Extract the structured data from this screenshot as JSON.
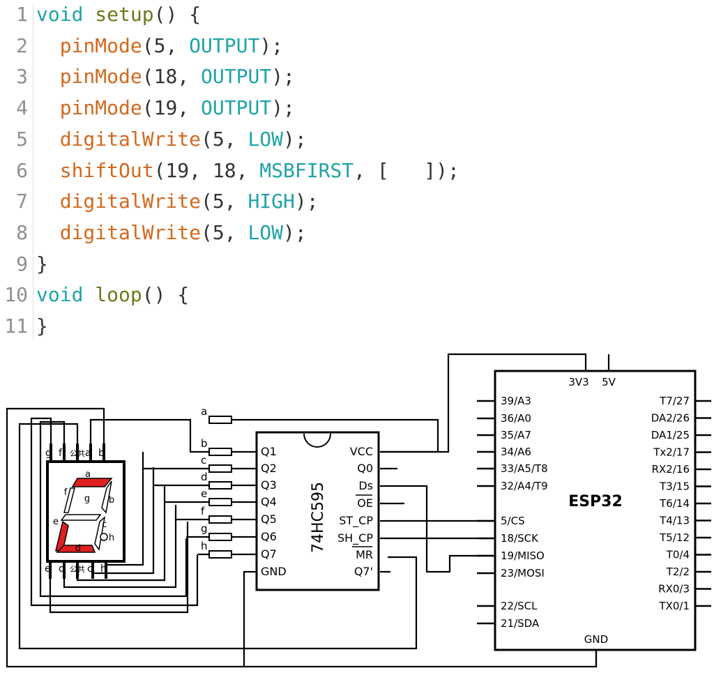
{
  "code": {
    "line_numbers": [
      "1",
      "2",
      "3",
      "4",
      "5",
      "6",
      "7",
      "8",
      "9",
      "10",
      "11"
    ],
    "lines": [
      [
        {
          "t": "void",
          "c": "kw"
        },
        {
          "t": " ",
          "c": "p"
        },
        {
          "t": "setup",
          "c": "fn"
        },
        {
          "t": "() {",
          "c": "p"
        }
      ],
      [
        {
          "t": "  ",
          "c": "p"
        },
        {
          "t": "pinMode",
          "c": "call"
        },
        {
          "t": "(5, ",
          "c": "p"
        },
        {
          "t": "OUTPUT",
          "c": "const"
        },
        {
          "t": ");",
          "c": "p"
        }
      ],
      [
        {
          "t": "  ",
          "c": "p"
        },
        {
          "t": "pinMode",
          "c": "call"
        },
        {
          "t": "(18, ",
          "c": "p"
        },
        {
          "t": "OUTPUT",
          "c": "const"
        },
        {
          "t": ");",
          "c": "p"
        }
      ],
      [
        {
          "t": "  ",
          "c": "p"
        },
        {
          "t": "pinMode",
          "c": "call"
        },
        {
          "t": "(19, ",
          "c": "p"
        },
        {
          "t": "OUTPUT",
          "c": "const"
        },
        {
          "t": ");",
          "c": "p"
        }
      ],
      [
        {
          "t": "  ",
          "c": "p"
        },
        {
          "t": "digitalWrite",
          "c": "call"
        },
        {
          "t": "(5, ",
          "c": "p"
        },
        {
          "t": "LOW",
          "c": "const"
        },
        {
          "t": ");",
          "c": "p"
        }
      ],
      [
        {
          "t": "  ",
          "c": "p"
        },
        {
          "t": "shiftOut",
          "c": "call"
        },
        {
          "t": "(19, 18, ",
          "c": "p"
        },
        {
          "t": "MSBFIRST",
          "c": "const"
        },
        {
          "t": ", [   ]);",
          "c": "p"
        }
      ],
      [
        {
          "t": "  ",
          "c": "p"
        },
        {
          "t": "digitalWrite",
          "c": "call"
        },
        {
          "t": "(5, ",
          "c": "p"
        },
        {
          "t": "HIGH",
          "c": "const"
        },
        {
          "t": ");",
          "c": "p"
        }
      ],
      [
        {
          "t": "  ",
          "c": "p"
        },
        {
          "t": "digitalWrite",
          "c": "call"
        },
        {
          "t": "(5, ",
          "c": "p"
        },
        {
          "t": "LOW",
          "c": "const"
        },
        {
          "t": ");",
          "c": "p"
        }
      ],
      [
        {
          "t": "}",
          "c": "p"
        }
      ],
      [
        {
          "t": "void",
          "c": "kw"
        },
        {
          "t": " ",
          "c": "p"
        },
        {
          "t": "loop",
          "c": "fn"
        },
        {
          "t": "() {",
          "c": "p"
        }
      ],
      [
        {
          "t": "}",
          "c": "p"
        }
      ]
    ],
    "colors": {
      "kw": "#1fa3a8",
      "fn": "#6c7a1a",
      "call": "#d2691e",
      "const": "#1fa3a8",
      "p": "#333333",
      "line_number": "#8f8f8f"
    }
  },
  "seven_segment": {
    "top_pins": [
      "g",
      "f",
      "公共",
      "a",
      "b"
    ],
    "bottom_pins": [
      "e",
      "d",
      "公共",
      "c",
      "h"
    ],
    "segment_labels": [
      "a",
      "b",
      "c",
      "d",
      "e",
      "f",
      "g",
      "h"
    ],
    "lit_color": "#e02020"
  },
  "resistor_labels": [
    "a",
    "b",
    "c",
    "d",
    "e",
    "f",
    "g",
    "h"
  ],
  "chip_74hc595": {
    "name": "74HC595",
    "left_pins": [
      "Q1",
      "Q2",
      "Q3",
      "Q4",
      "Q5",
      "Q6",
      "Q7",
      "GND"
    ],
    "right_pins": [
      "VCC",
      "Q0",
      "Ds",
      "OE",
      "ST_CP",
      "SH_CP",
      "MR",
      "Q7'"
    ]
  },
  "esp32": {
    "name": "ESP32",
    "top_pins": [
      "3V3",
      "5V"
    ],
    "left_pins_upper": [
      "39/A3",
      "36/A0",
      "35/A7",
      "34/A6",
      "33/A5/T8",
      "32/A4/T9"
    ],
    "left_pins_lower": [
      "5/CS",
      "18/SCK",
      "19/MISO",
      "23/MOSI"
    ],
    "left_pins_bottom": [
      "22/SCL",
      "21/SDA"
    ],
    "right_pins": [
      "T7/27",
      "DA2/26",
      "DA1/25",
      "Tx2/17",
      "RX2/16",
      "T3/15",
      "T6/14",
      "T4/13",
      "T5/12",
      "T0/4",
      "T2/2",
      "RX0/3",
      "TX0/1"
    ],
    "bottom_pin": "GND"
  }
}
